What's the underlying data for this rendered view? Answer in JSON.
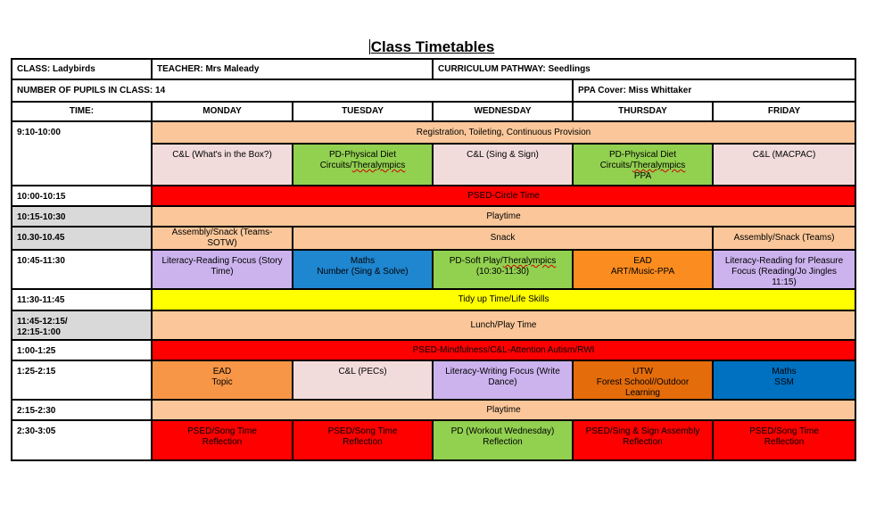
{
  "title": "Class Timetables",
  "info": {
    "class": "CLASS: Ladybirds",
    "teacher": "TEACHER: Mrs Maleady",
    "pathway": "CURRICULUM PATHWAY: Seedlings",
    "pupils": "NUMBER OF PUPILS IN CLASS: 14",
    "ppa": "PPA Cover: Miss Whittaker"
  },
  "header": {
    "time": "TIME:",
    "days": [
      "MONDAY",
      "TUESDAY",
      "WEDNESDAY",
      "THURSDAY",
      "FRIDAY"
    ]
  },
  "rows": {
    "r1": {
      "time": "9:10-10:00",
      "banner": "Registration, Toileting, Continuous Provision",
      "mon": "C&L (What's in the Box?)",
      "tue_1": "PD-Physical Diet",
      "tue_2a": "Circuits/",
      "tue_2b": "Theralympics",
      "wed": "C&L (Sing & Sign)",
      "thu_1": "PD-Physical Diet",
      "thu_2a": "Circuits/",
      "thu_2b": "Theralympics",
      "thu_3": "PPA",
      "fri": "C&L (MACPAC)"
    },
    "r2": {
      "time": "10:00-10:15",
      "text": "PSED-Circle Time"
    },
    "r3": {
      "time": "10:15-10:30",
      "text": "Playtime"
    },
    "r4": {
      "time": "10.30-10.45",
      "mon": "Assembly/Snack (Teams-SOTW)",
      "mid": "Snack",
      "fri": "Assembly/Snack (Teams)"
    },
    "r5": {
      "time": "10:45-11:30",
      "mon": "Literacy-Reading Focus (Story Time)",
      "tue_1": "Maths",
      "tue_2": "Number (Sing & Solve)",
      "wed_1a": "PD-Soft Play/",
      "wed_1b": "Theralympics",
      "wed_2": "(10:30-11:30)",
      "thu_1": "EAD",
      "thu_2": "ART/Music-PPA",
      "fri_1": "Literacy-Reading for Pleasure",
      "fri_2": "Focus (Reading/Jo Jingles 11:15)"
    },
    "r6": {
      "time": "11:30-11:45",
      "text": "Tidy up Time/Life Skills"
    },
    "r7": {
      "time_1": "11:45-12:15/",
      "time_2": "12:15-1:00",
      "text": "Lunch/Play Time"
    },
    "r8": {
      "time": "1:00-1:25",
      "text": "PSED-Mindfulness/C&L-Attention Autism/RWI"
    },
    "r9": {
      "time": "1:25-2:15",
      "mon_1": "EAD",
      "mon_2": "Topic",
      "tue": "C&L (PECs)",
      "wed": "Literacy-Writing Focus (Write Dance)",
      "thu_1": "UTW",
      "thu_2": "Forest School//Outdoor Learning",
      "fri_1": "Maths",
      "fri_2": "SSM"
    },
    "r10": {
      "time": "2:15-2:30",
      "text": "Playtime"
    },
    "r11": {
      "time": "2:30-3:05",
      "mon_1": "PSED/Song Time",
      "mon_2": "Reflection",
      "tue_1": "PSED/Song Time",
      "tue_2": "Reflection",
      "wed_1": "PD (Workout Wednesday)",
      "wed_2": "Reflection",
      "thu_1": "PSED/Sing & Sign Assembly",
      "thu_2": "Reflection",
      "fri_1": "PSED/Song Time",
      "fri_2": "Reflection"
    }
  }
}
